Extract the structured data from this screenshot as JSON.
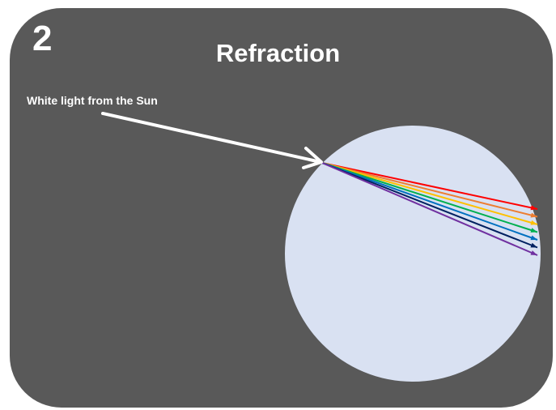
{
  "slide": {
    "number": "2",
    "title": "Refraction"
  },
  "incoming_ray": {
    "label": "White light from the Sun",
    "color": "#ffffff"
  },
  "droplet": {
    "color": "#d9e1f2"
  },
  "background_color": "#595959",
  "rays": [
    {
      "name": "red",
      "color": "#ff0000"
    },
    {
      "name": "orange",
      "color": "#ed7d31"
    },
    {
      "name": "yellow",
      "color": "#ffc000"
    },
    {
      "name": "green",
      "color": "#00b050"
    },
    {
      "name": "blue",
      "color": "#0070c0"
    },
    {
      "name": "indigo",
      "color": "#002060"
    },
    {
      "name": "violet",
      "color": "#7030a0"
    }
  ]
}
